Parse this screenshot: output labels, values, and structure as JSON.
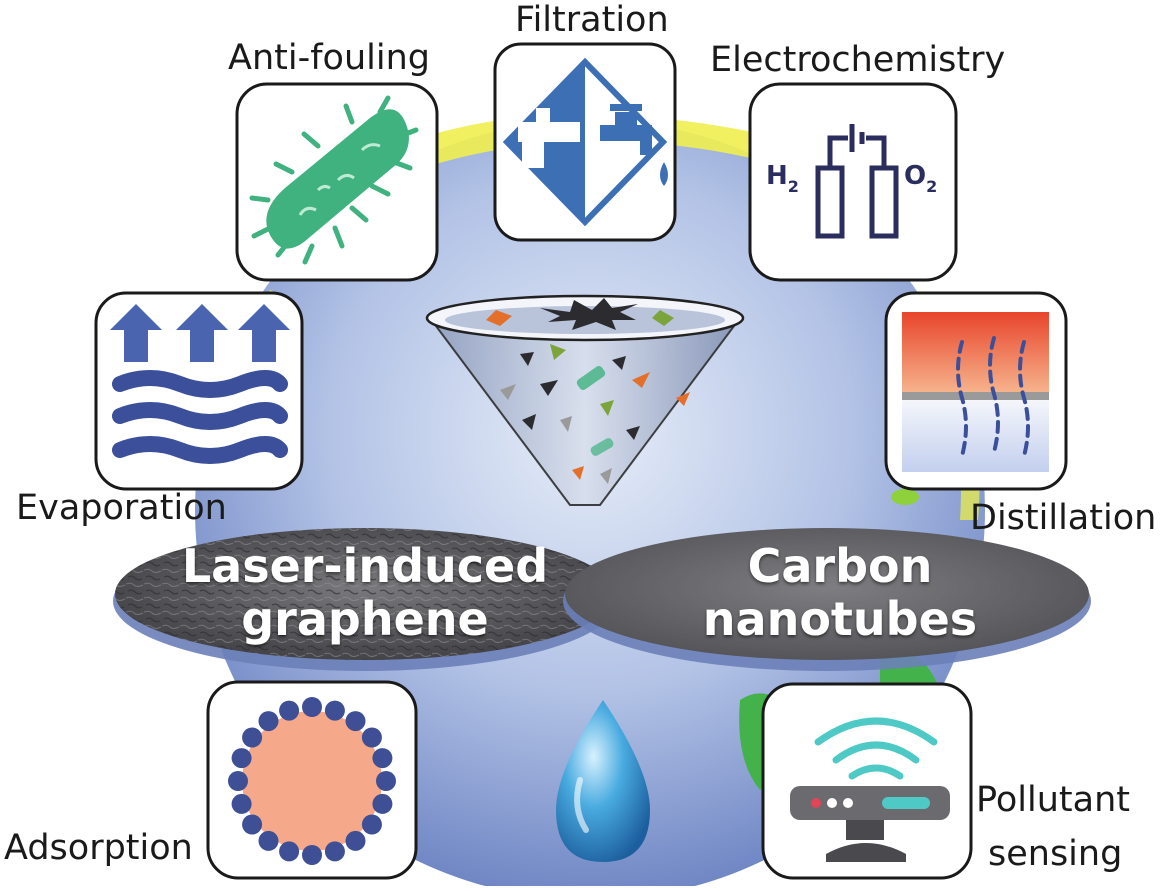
{
  "labels": {
    "filtration": "Filtration",
    "anti_fouling": "Anti-fouling",
    "electrochemistry": "Electrochemistry",
    "evaporation": "Evaporation",
    "distillation": "Distillation",
    "adsorption": "Adsorption",
    "pollutant_sensing_1": "Pollutant",
    "pollutant_sensing_2": "sensing"
  },
  "materials": {
    "lig_line1": "Laser-induced",
    "lig_line2": "graphene",
    "cnt_line1": "Carbon",
    "cnt_line2": "nanotubes"
  },
  "electrochem": {
    "h2": "H",
    "h2_sub": "2",
    "o2": "O",
    "o2_sub": "2"
  },
  "colors": {
    "globe": "#8fa6d8",
    "bacteria": "#3fb27f",
    "filtration_blue": "#3d6fb5",
    "evaporation_blue": "#3b4f9a",
    "distillation_hot": "#e8452c",
    "distillation_cold": "#d9e3f5",
    "adsorption_core": "#f5a98a",
    "adsorption_beads": "#3e4f95",
    "electrochem_navy": "#2b2d5e",
    "sensing_teal": "#4fc9c5",
    "droplet": "#3fa0d8"
  }
}
